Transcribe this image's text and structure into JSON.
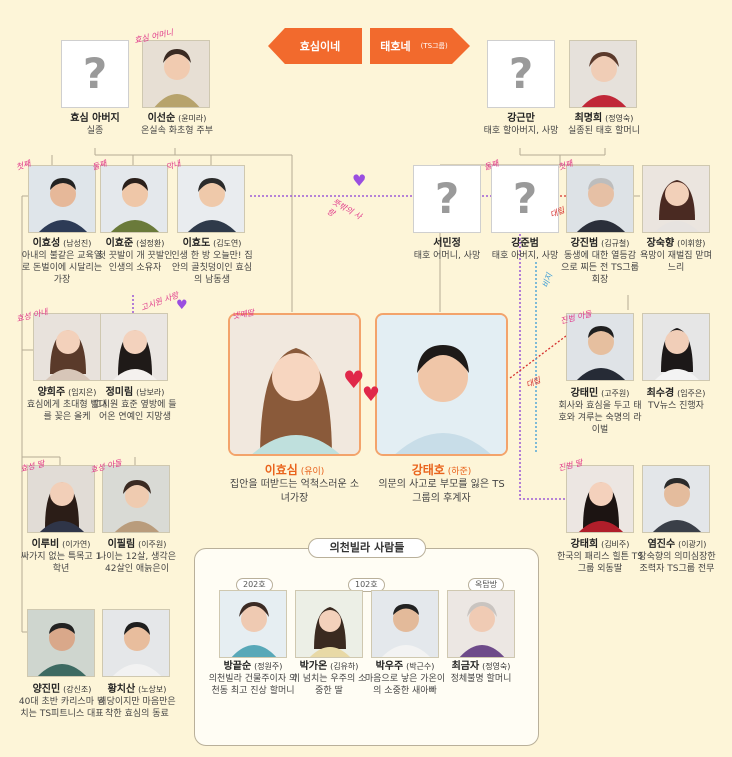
{
  "header": {
    "left_family": "효심이네",
    "right_family": "태호네",
    "right_family_sub": "(TS그룹)"
  },
  "villa": {
    "title": "의천빌라 사람들",
    "rooms": [
      "202호",
      "102호",
      "옥탑방"
    ]
  },
  "people": {
    "father": {
      "name": "효심 아버지",
      "actor": "",
      "desc": "실종"
    },
    "mother": {
      "name": "이선순",
      "actor": "(윤미라)",
      "desc": "온실속 화초형 주부"
    },
    "hyosung": {
      "name": "이효성",
      "actor": "(남성진)",
      "desc": "아내의 불같은 교육열로 돈벌이에 시달리는 가장"
    },
    "hyojun": {
      "name": "이효준",
      "actor": "(설정환)",
      "desc": "첫 끗발이 개 끗발인 인생의 소유자"
    },
    "hyodo": {
      "name": "이효도",
      "actor": "(김도연)",
      "desc": "인생 한 방 오늘만! 집안의 골칫덩이인 효심의 남동생"
    },
    "heeju": {
      "name": "양희주",
      "actor": "(임지은)",
      "desc": "효심에게 초대형 빨대를 꽂은 올케"
    },
    "mirim": {
      "name": "정미림",
      "actor": "(남보라)",
      "desc": "고시원 효준 옆방에 들어온 연예인 지망생"
    },
    "rubi": {
      "name": "이루비",
      "actor": "(이가연)",
      "desc": "싸가지 없는 특목고 1학년"
    },
    "pilrim": {
      "name": "이필림",
      "actor": "(이주원)",
      "desc": "나이는 12살, 생각은 42살인 애늙은이"
    },
    "jinmin": {
      "name": "양진민",
      "actor": "(강신조)",
      "desc": "40대 초반 카리스마 넘치는 TS피트니스 대표"
    },
    "chisan": {
      "name": "황치산",
      "actor": "(노상보)",
      "desc": "허당이지만 마음만은 착한 효심의 동료"
    },
    "hyosim": {
      "name": "이효심",
      "actor": "(유이)",
      "desc": "집안을 떠받드는 억척스러운 소녀가장"
    },
    "taeho": {
      "name": "강태호",
      "actor": "(하준)",
      "desc": "의문의 사고로 부모를 잃은 TS그룹의 후계자"
    },
    "geunman": {
      "name": "강근만",
      "actor": "",
      "desc": "태호 할아버지, 사망"
    },
    "myunghee": {
      "name": "최명희",
      "actor": "(정영숙)",
      "desc": "실종된 태호 할머니"
    },
    "minjung": {
      "name": "서민정",
      "actor": "",
      "desc": "태호 어머니, 사망"
    },
    "junbum": {
      "name": "강준범",
      "actor": "",
      "desc": "태호 아버지, 사망"
    },
    "jinbum": {
      "name": "강진범",
      "actor": "(김규철)",
      "desc": "동생에 대한 열등감으로 찌든 전 TS그룹 회장"
    },
    "sookhyang": {
      "name": "장숙향",
      "actor": "(이휘향)",
      "desc": "욕망이 재벌집 맏며느리"
    },
    "taemin": {
      "name": "강태민",
      "actor": "(고주원)",
      "desc": "회사와 효심을 두고 태호와 겨루는 숙명의 라이벌"
    },
    "sookyung": {
      "name": "최수경",
      "actor": "(임주은)",
      "desc": "TV뉴스 진행자"
    },
    "taehee": {
      "name": "강태희",
      "actor": "(김비주)",
      "desc": "한국의 패리스 힐튼 TS그룹 외동딸"
    },
    "jinsu": {
      "name": "염진수",
      "actor": "(이광기)",
      "desc": "장숙향의 의미심장한 조력자 TS그룹 전무"
    },
    "ggeutsoon": {
      "name": "방끝순",
      "actor": "(정원주)",
      "desc": "의천빌라 건물주이자 의천동 최고 진상 할머니"
    },
    "gaeun": {
      "name": "박가온",
      "actor": "(김유하)",
      "desc": "끼 넘치는 우주의 소중한 딸"
    },
    "wooju": {
      "name": "박우주",
      "actor": "(박근수)",
      "desc": "마음으로 낳은 가온이의 소중한 새아빠"
    },
    "geumja": {
      "name": "최금자",
      "actor": "(정영숙)",
      "desc": "정체불명 할머니"
    }
  },
  "annotations": {
    "mother": "효심 어머니",
    "hyosung": "첫째",
    "hyojun": "둘째",
    "hyodo": "막내",
    "heeju": "효성 아내",
    "mirim": "고시원 사랑",
    "rubi": "효성 딸",
    "pilrim": "효성 아들",
    "hyosim": "넷째딸",
    "crush": "뜻밖의 사랑",
    "junbum": "둘째",
    "jinbum": "첫째",
    "rivalry": "대립",
    "taemin": "진범 아들",
    "taemin_rival": "대립",
    "taehee": "진범 딸",
    "secret": "비지"
  },
  "colors": {
    "accent": "#f26a2d",
    "highlight": "#e9631c",
    "annotation": "#e0388a",
    "dots": "#8a3fd6"
  }
}
